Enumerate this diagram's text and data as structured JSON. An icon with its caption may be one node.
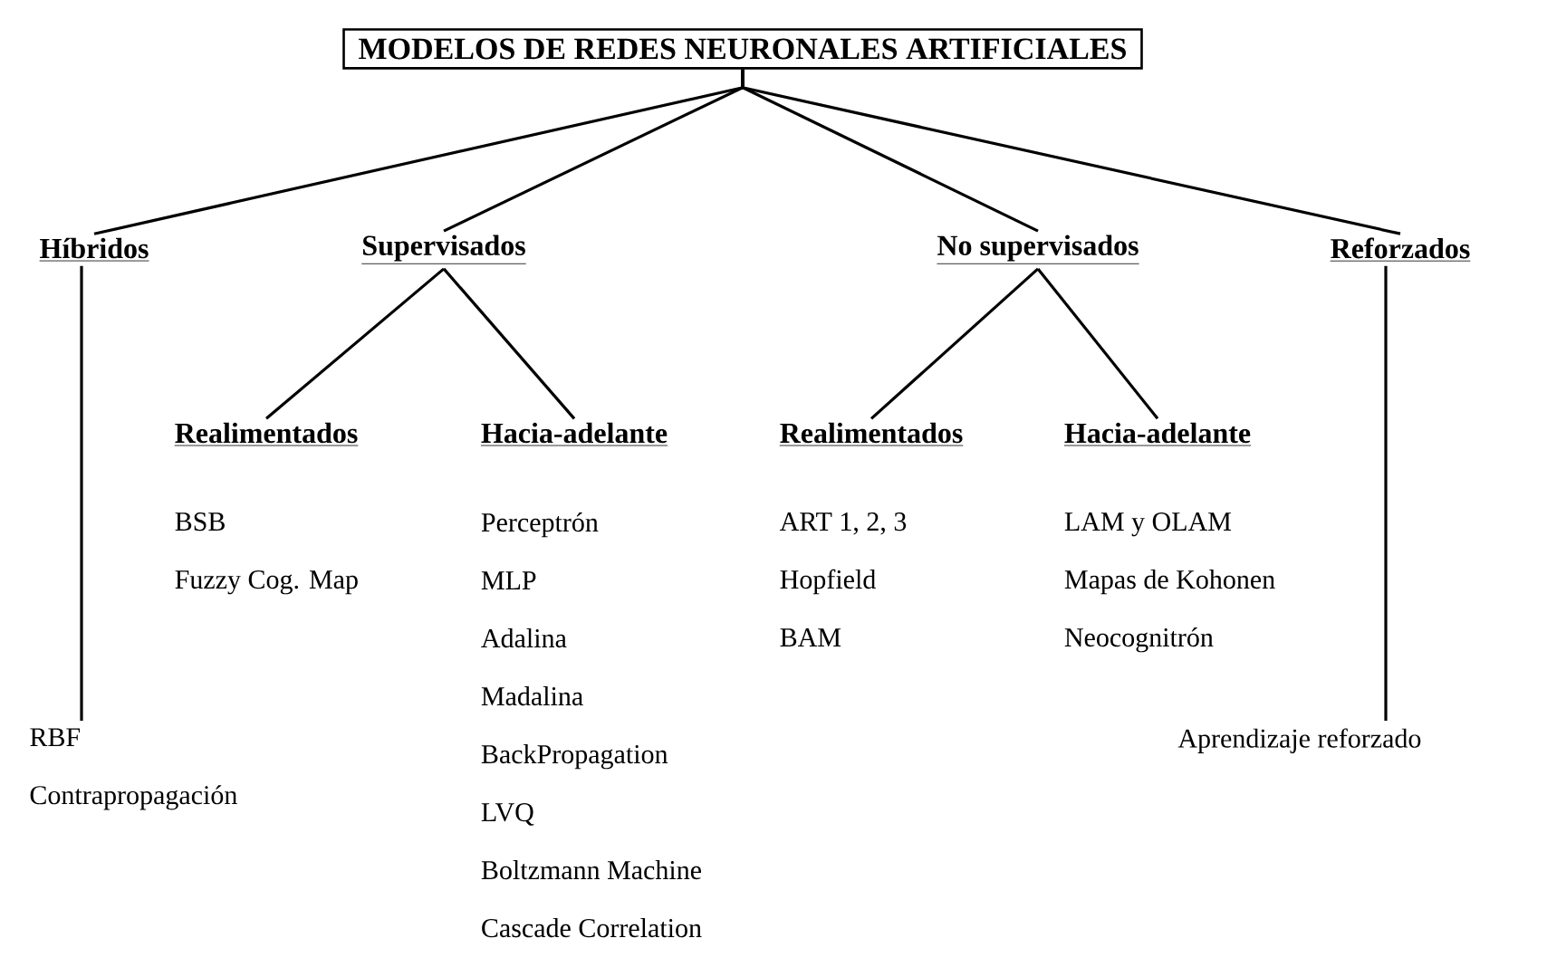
{
  "diagram": {
    "nodes": [
      {
        "text": [
          "MODELOS DE REDES NEURONALES ARTIFICIALES"
        ]
      },
      {
        "text": [
          "Híbridos"
        ]
      },
      {
        "text": [
          "Supervisados"
        ]
      },
      {
        "text": [
          "No supervisados"
        ]
      },
      {
        "text": [
          "Reforzados"
        ]
      },
      {
        "text": [
          "Realimentados"
        ],
        "beside": [
          "BSB",
          "Fuzzy Cog. Map"
        ]
      },
      {
        "text": [
          "Hacia-adelante"
        ],
        "beside": [
          "Perceptrón",
          "MLP",
          "Adalina",
          "Madalina",
          "BackPropagation",
          "LVQ",
          "Boltzmann Machine",
          "Cascade Correlation"
        ]
      },
      {
        "text": [
          "Realimentados"
        ],
        "beside": [
          "ART 1, 2, 3",
          "Hopfield",
          "BAM"
        ]
      },
      {
        "text": [
          "Hacia-adelante"
        ],
        "beside": [
          "LAM y OLAM",
          "Mapas de Kohonen",
          "Neocognitrón"
        ]
      },
      {
        "text": [
          "RBF",
          "Contrapropagación"
        ]
      },
      {
        "text": [
          "Aprendizaje reforzado"
        ]
      }
    ],
    "edges": [
      {
        "from": 0,
        "to": 1,
        "arrow": "none"
      },
      {
        "from": 0,
        "to": 2,
        "arrow": "none"
      },
      {
        "from": 0,
        "to": 3,
        "arrow": "none"
      },
      {
        "from": 0,
        "to": 4,
        "arrow": "none"
      },
      {
        "from": 2,
        "to": 5,
        "arrow": "none"
      },
      {
        "from": 2,
        "to": 6,
        "arrow": "none"
      },
      {
        "from": 3,
        "to": 7,
        "arrow": "none"
      },
      {
        "from": 3,
        "to": 8,
        "arrow": "none"
      },
      {
        "from": 1,
        "to": 9,
        "arrow": "none"
      },
      {
        "from": 4,
        "to": 10,
        "arrow": "none"
      }
    ]
  }
}
